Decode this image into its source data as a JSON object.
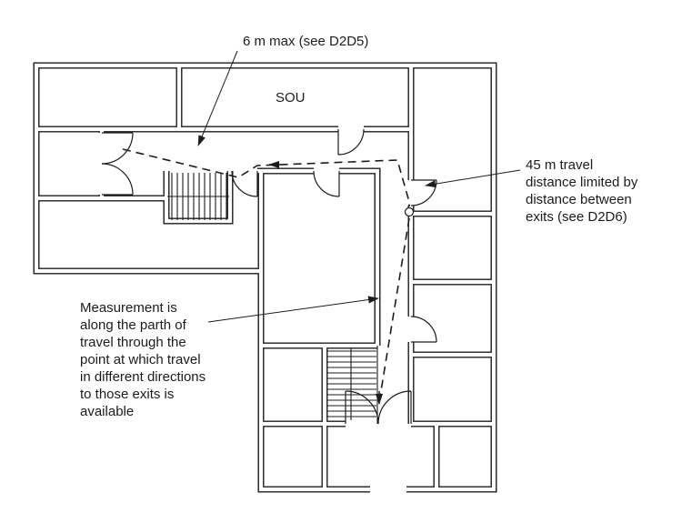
{
  "figure": {
    "type": "fire-egress-travel-distance-floor-plan",
    "background": "#ffffff",
    "line_color": "#1c1c1c"
  },
  "annotations": {
    "six_m_max": "6 m max (see D2D5)",
    "room_label": "SOU",
    "travel_45_lines": [
      "45 m travel",
      "distance limited by",
      "distance between",
      "exits (see D2D6)"
    ],
    "measurement_lines": [
      "Measurement is",
      "along the parth of",
      "travel through the",
      "point at which travel",
      "in different directions",
      "to those exits is",
      "available"
    ]
  }
}
